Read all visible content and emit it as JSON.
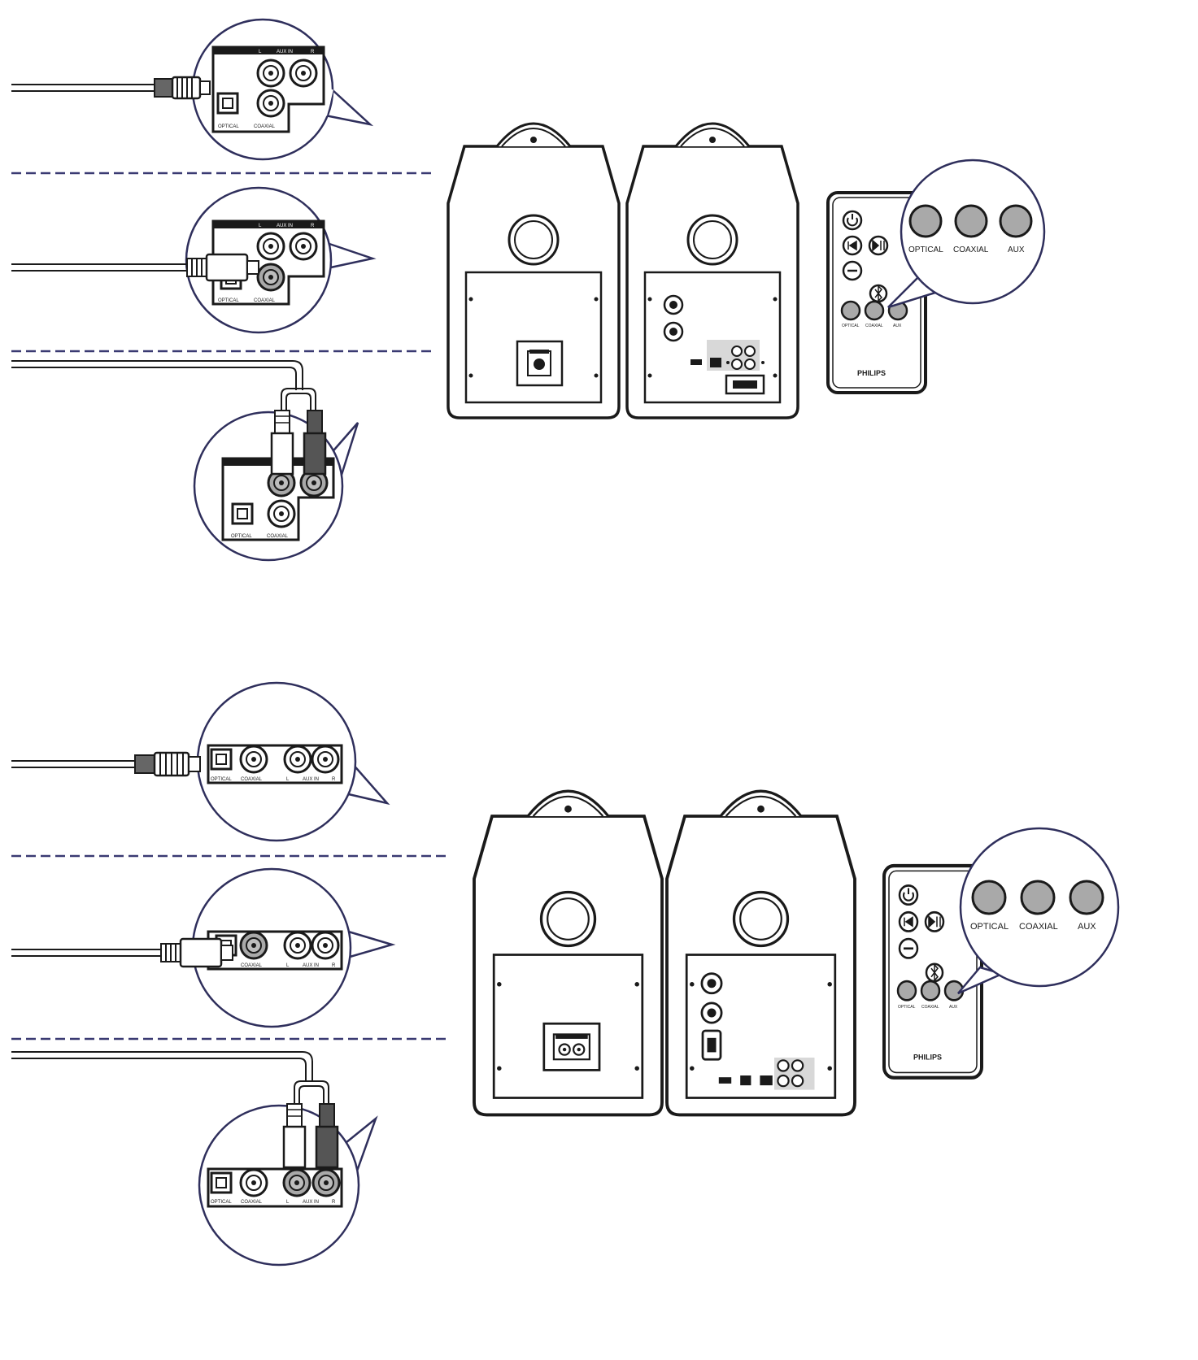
{
  "colors": {
    "ink": "#1a1a1a",
    "outline": "#2f2f5c",
    "dashes": "#3a3a72",
    "grey_button": "#a9a9a9",
    "dark_plug": "#555555",
    "panel": "#d8d8d8"
  },
  "jack_labels": {
    "optical": "OPTICAL",
    "coaxial": "COAXIAL",
    "aux_in": "AUX IN",
    "left": "L",
    "right": "R"
  },
  "remote": {
    "brand": "PHILIPS",
    "zoom_buttons": [
      "OPTICAL",
      "COAXIAL",
      "AUX"
    ],
    "small_buttons": [
      "OPTICAL",
      "COAXIAL",
      "AUX"
    ],
    "icons": [
      "power-icon",
      "previous-icon",
      "play-pause-icon",
      "next-icon",
      "volume-down-icon",
      "volume-up-icon",
      "bluetooth-icon"
    ]
  },
  "sections": [
    {
      "id": "top",
      "variant": "vertical-panel"
    },
    {
      "id": "bottom",
      "variant": "horizontal-panel"
    }
  ]
}
